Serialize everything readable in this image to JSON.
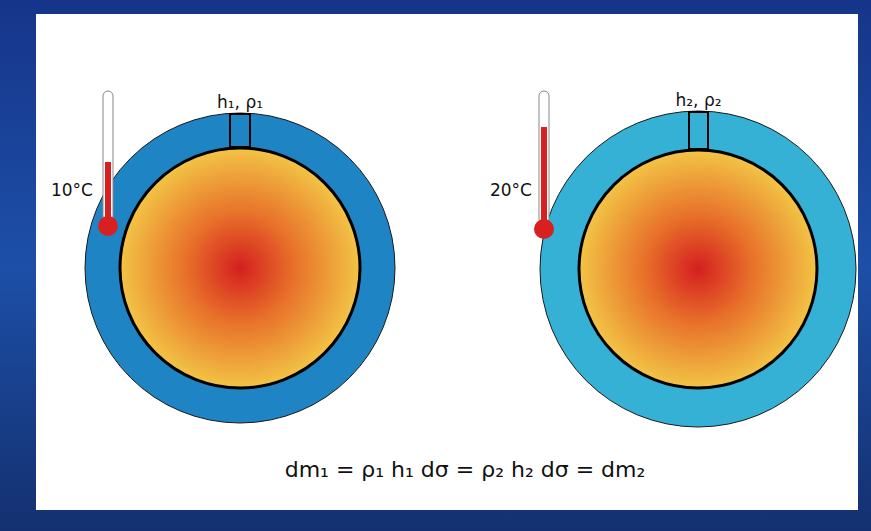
{
  "diagram": {
    "caption": "dm₁ = ρ₁ h₁ dσ = ρ₂ h₂ dσ = dm₂",
    "nodes": [
      {
        "text": [
          "h₁, ρ₁"
        ]
      },
      {
        "text": [
          "h₂, ρ₂"
        ]
      }
    ],
    "labels": [
      "10°C",
      "20°C"
    ]
  }
}
